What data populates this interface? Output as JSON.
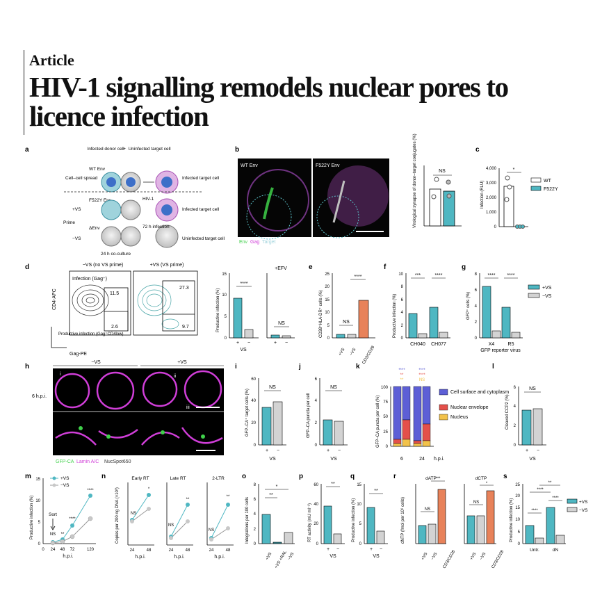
{
  "header": {
    "label": "Article",
    "title_line1": "HIV-1 signalling remodels nuclear pores to",
    "title_line2": "licence infection"
  },
  "panels": {
    "a": {
      "label": "a",
      "texts": [
        "Infected donor cell",
        "+",
        "Uninfected target cell",
        "WT Env",
        "Cell–cell spread",
        "Infected target cell",
        "F522Y Env",
        "HIV-1",
        "+VS",
        "Prime",
        "ΔEnv",
        "−VS",
        "72 h infection",
        "Infected target cell",
        "Uninfected target cell",
        "24 h co-culture"
      ]
    },
    "b": {
      "label": "b",
      "img_titles": [
        "WT Env",
        "F522Y Env"
      ],
      "legend": [
        "Env",
        "Gag",
        "Target"
      ],
      "ylabel": "Virological synapse of donor–target conjugates (%)",
      "sig": "NS"
    },
    "c": {
      "label": "c",
      "ylabel": "Infection (RLU)",
      "yticks": [
        "0",
        "1,000",
        "2,000",
        "3,000",
        "4,000"
      ],
      "sig": "*",
      "legend": [
        "WT",
        "F522Y"
      ]
    },
    "d": {
      "label": "d",
      "plot_titles": [
        "−VS (no VS prime)",
        "+VS (VS prime)"
      ],
      "gate_label": "Infection (Gag⁺)",
      "values": [
        "11.5",
        "2.6",
        "27.3",
        "9.7"
      ],
      "xlabel": "Gag-PE",
      "ylabel": "CD4-APC",
      "prod_label": "Productive infection (Gag⁺CD4low)",
      "bar_ylabel": "Productive infection (%)",
      "yticks": [
        "0",
        "5",
        "10",
        "15"
      ],
      "sig1": "****",
      "sig2": "NS",
      "efv": "+EFV",
      "x": [
        "+",
        "−",
        "+",
        "−"
      ],
      "vs": "VS"
    },
    "e": {
      "label": "e",
      "ylabel": "CD38⁺HLA-DR⁺ cells (%)",
      "yticks": [
        "0",
        "5",
        "10",
        "15",
        "20",
        "25"
      ],
      "sig1": "NS",
      "sig2": "****",
      "x": [
        "+VS",
        "−VS",
        "CD3/CD28"
      ]
    },
    "f": {
      "label": "f",
      "ylabel": "Productive infection (%)",
      "yticks": [
        "0",
        "2",
        "4",
        "6",
        "8",
        "10"
      ],
      "sig": [
        "***",
        "****"
      ],
      "x": [
        "CH040",
        "CH077"
      ]
    },
    "g": {
      "label": "g",
      "ylabel": "GFP⁺ cells (%)",
      "yticks": [
        "0",
        "2",
        "4",
        "6",
        "8"
      ],
      "sig": [
        "****",
        "****"
      ],
      "x": [
        "X4",
        "R5"
      ],
      "xlabel": "GFP reporter virus",
      "legend": [
        "+VS",
        "−VS"
      ]
    },
    "h": {
      "label": "h",
      "groups": [
        "−VS",
        "+VS"
      ],
      "time": "6 h.p.i.",
      "markers": [
        "i",
        "ii",
        "iii"
      ],
      "legend": [
        "GFP-CA",
        "Lamin A/C",
        "NucSpot650"
      ]
    },
    "i": {
      "label": "i",
      "ylabel": "GFP–CA⁺ target cells (%)",
      "yticks": [
        "0",
        "20",
        "40",
        "60"
      ],
      "sig": "NS",
      "vs": "VS"
    },
    "j": {
      "label": "j",
      "ylabel": "GFP–CA puncta per cell",
      "yticks": [
        "0",
        "2",
        "4",
        "6"
      ],
      "sig": "NS",
      "vs": "VS"
    },
    "k": {
      "label": "k",
      "ylabel": "GFP–CA puncta per cell (%)",
      "yticks": [
        "0",
        "25",
        "50",
        "75",
        "100"
      ],
      "sig": [
        "****",
        "**",
        "**",
        "****",
        "****",
        "NS"
      ],
      "x": [
        "6",
        "24"
      ],
      "hpi": "h.p.i.",
      "legend": [
        "Cell surface and cytoplasm",
        "Nuclear envelope",
        "Nucleus"
      ]
    },
    "l": {
      "label": "l",
      "ylabel": "Cleaved CCP2 (%)",
      "yticks": [
        "0",
        "2",
        "4",
        "6"
      ],
      "sig": "NS",
      "vs": "VS"
    },
    "m": {
      "label": "m",
      "ylabel": "Productive infection (%)",
      "yticks": [
        "0",
        "5",
        "10",
        "15"
      ],
      "xticks": [
        "0",
        "24",
        "48",
        "72",
        "120"
      ],
      "xlabel": "h.p.i.",
      "sig": [
        "NS",
        "**",
        "****",
        "****"
      ],
      "sort": "Sort",
      "legend": [
        "+VS",
        "−VS"
      ]
    },
    "n": {
      "label": "n",
      "ylabel": "Copies per 200 ng DNA (×10³)",
      "titles": [
        "Early RT",
        "Late RT",
        "2-LTR"
      ],
      "xticks": [
        "24",
        "48"
      ],
      "xlabel": "h.p.i.",
      "sig": [
        "NS",
        "*",
        "NS",
        "**",
        "NS",
        "**"
      ]
    },
    "o": {
      "label": "o",
      "ylabel": "Integrations per 100 cells",
      "yticks": [
        "0",
        "2",
        "4",
        "6",
        "8"
      ],
      "sig": [
        "**",
        "*"
      ],
      "x": [
        "+VS",
        "+VS +RAL",
        "−VS"
      ]
    },
    "p": {
      "label": "p",
      "ylabel": "RT activity (mU ml⁻¹)",
      "yticks": [
        "0",
        "20",
        "40",
        "60"
      ],
      "sig": "**",
      "vs": "VS"
    },
    "q": {
      "label": "q",
      "ylabel": "Productive infection (%)",
      "yticks": [
        "0",
        "5",
        "10",
        "15"
      ],
      "sig": "**",
      "vs": "VS"
    },
    "r": {
      "label": "r",
      "ylabel": "dNTP (fmol per 10⁶ cells)",
      "titles": [
        "dATP",
        "dCTP"
      ],
      "sig": [
        "NS",
        "***",
        "NS",
        "*"
      ],
      "x": [
        "+VS",
        "−VS",
        "CD3/CD28"
      ]
    },
    "s": {
      "label": "s",
      "ylabel": "Productive infection (%)",
      "yticks": [
        "0",
        "5",
        "10",
        "15",
        "20",
        "25"
      ],
      "sig": [
        "****",
        "****",
        "****",
        "**"
      ],
      "x": [
        "Untr.",
        "dN"
      ],
      "legend": [
        "+VS",
        "−VS"
      ]
    }
  },
  "colors": {
    "teal": "#4fb7c2",
    "grey": "#c8c8c8",
    "orange": "#e8825a",
    "magenta": "#d03ed8",
    "green": "#3fd04a",
    "blue": "#5d5fd6",
    "red": "#e4504a",
    "yellow": "#f2c24a"
  }
}
